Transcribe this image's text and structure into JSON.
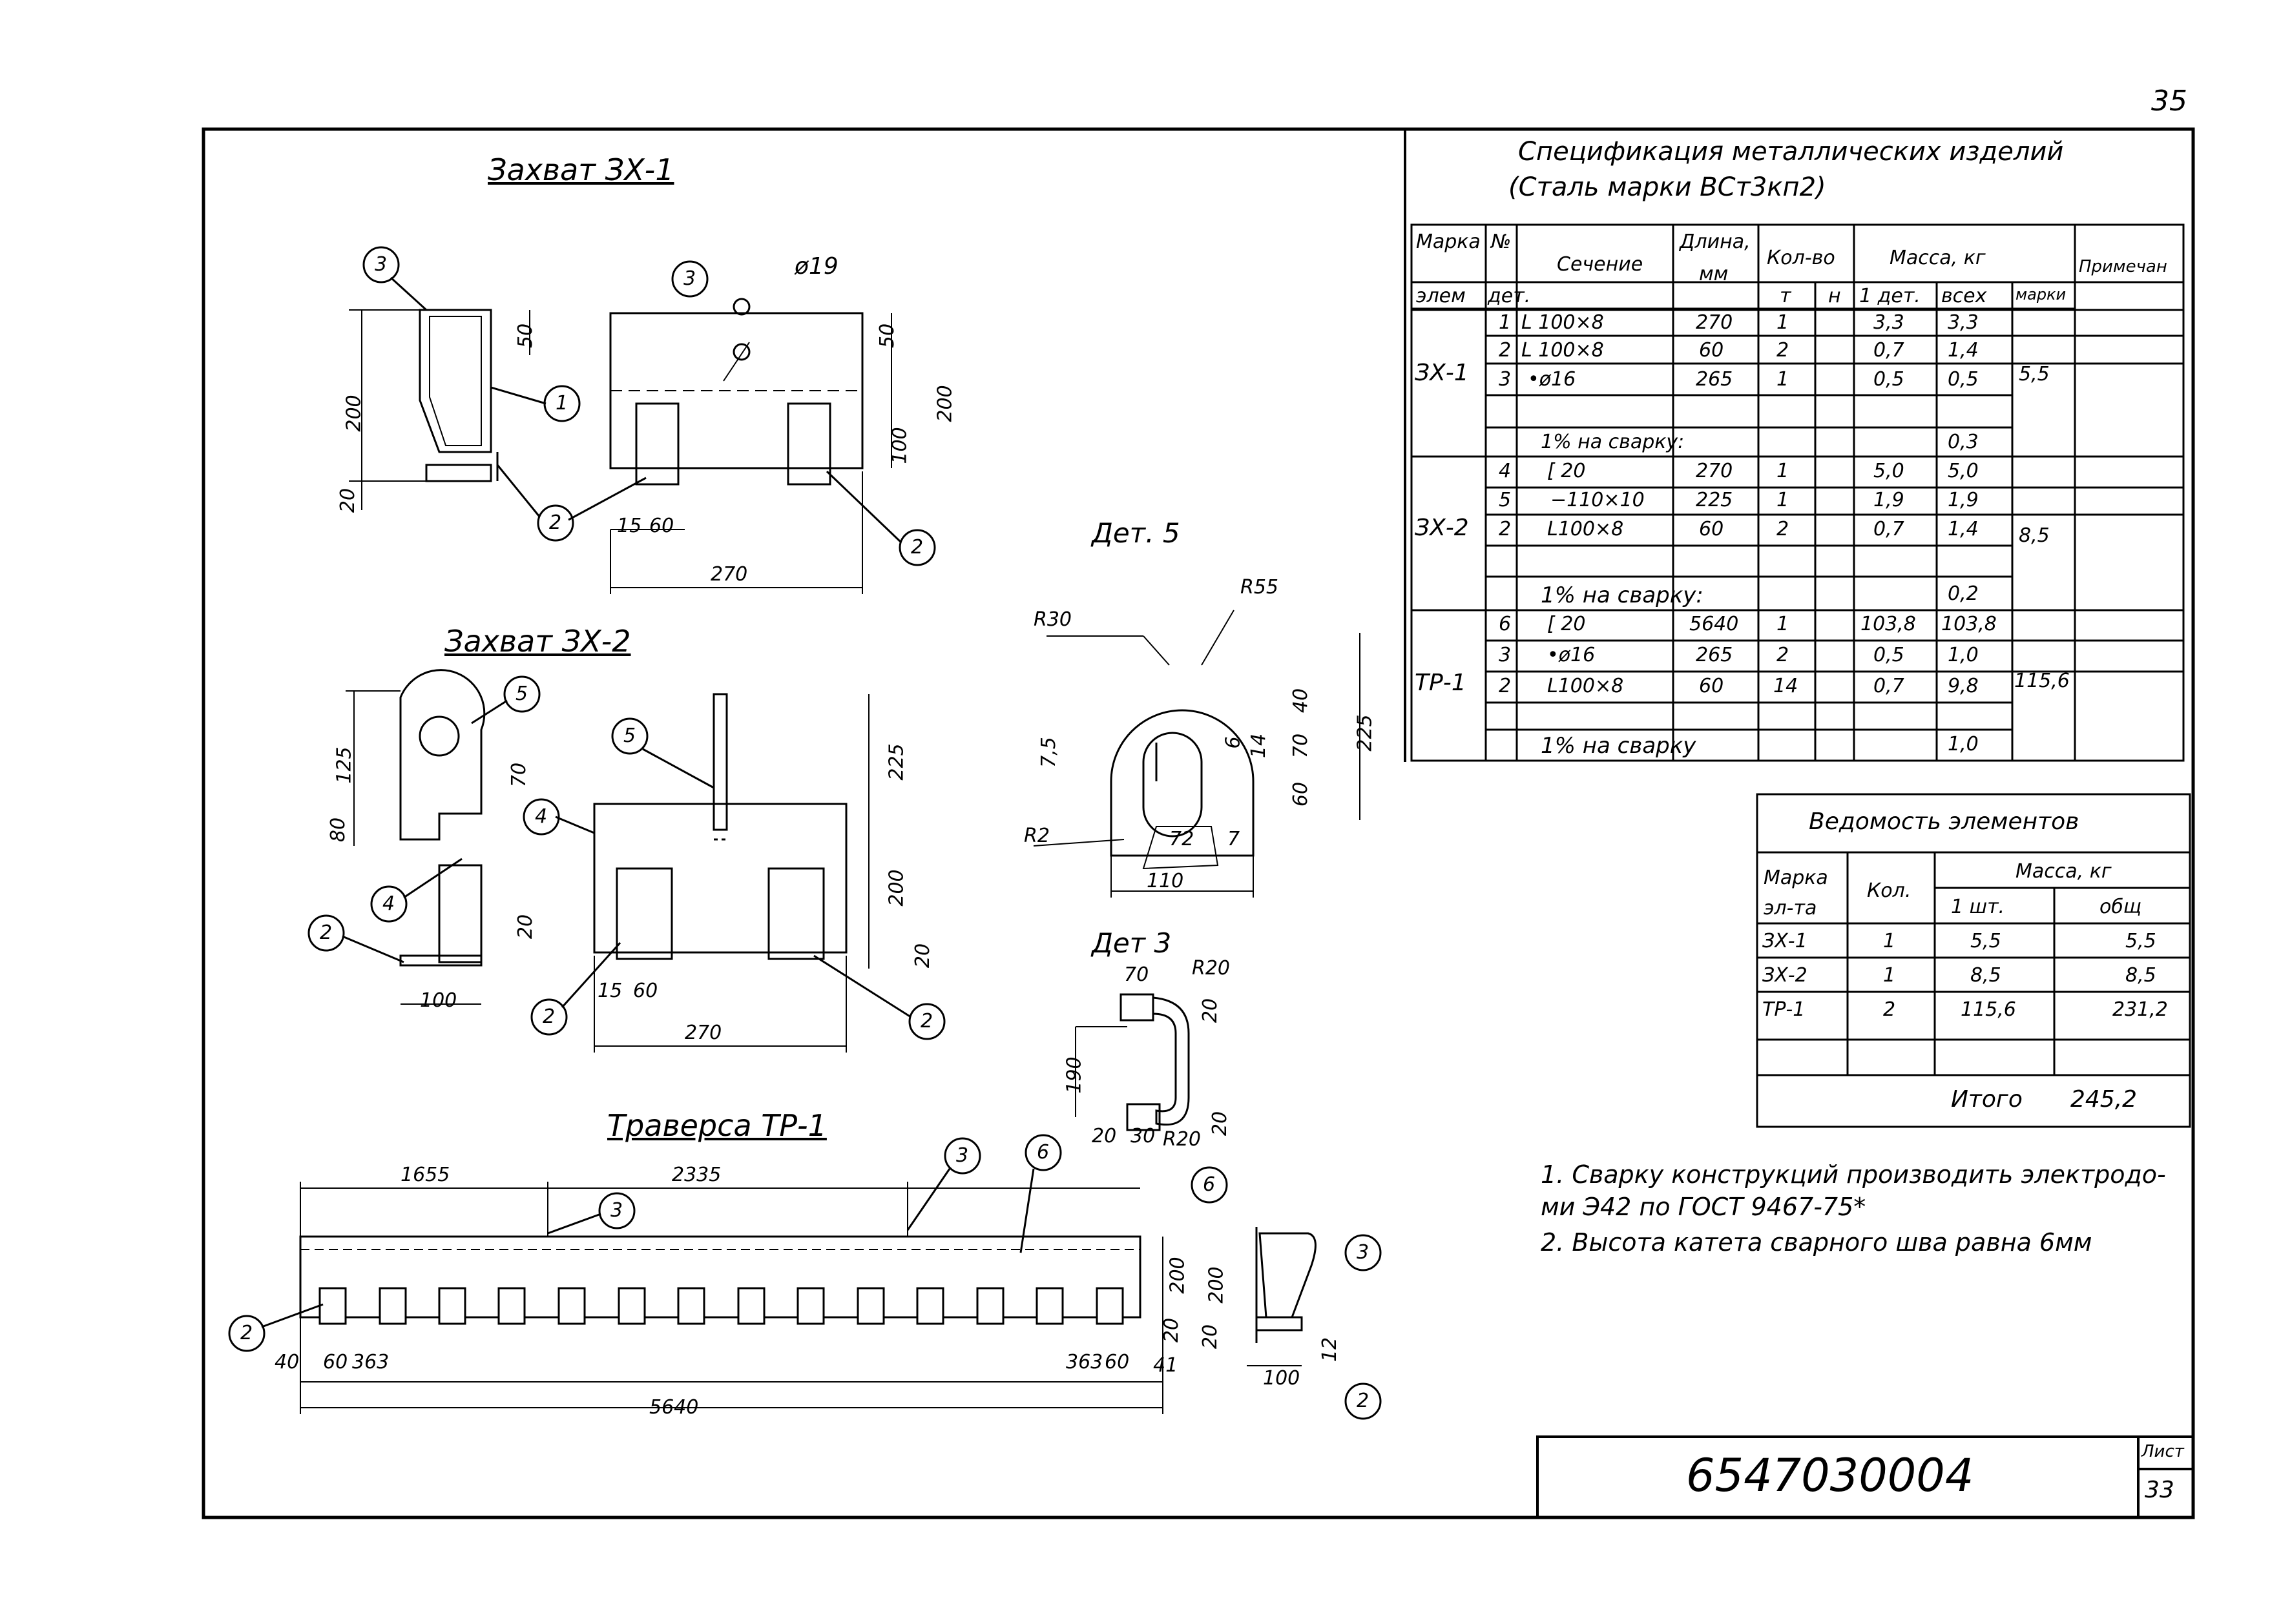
{
  "page_number": "35",
  "drawings": {
    "zx1": {
      "title": "Захват ЗХ-1",
      "dims": [
        "200",
        "50",
        "20",
        "50",
        "200",
        "100",
        "15",
        "60",
        "270",
        "ø19"
      ],
      "callouts": [
        "3",
        "1",
        "2",
        "3",
        "2"
      ]
    },
    "zx2": {
      "title": "Захват ЗХ-2",
      "dims": [
        "125",
        "70",
        "80",
        "20",
        "100",
        "225",
        "200",
        "20",
        "15",
        "60",
        "270"
      ],
      "callouts": [
        "5",
        "4",
        "2",
        "5",
        "4",
        "2",
        "2"
      ]
    },
    "det5": {
      "title": "Дет. 5",
      "dims": [
        "R30",
        "R55",
        "40",
        "70",
        "6",
        "14",
        "60",
        "225",
        "7,5",
        "R2",
        "72",
        "7",
        "110"
      ]
    },
    "det3": {
      "title": "Дет 3",
      "dims": [
        "70",
        "R20",
        "20",
        "190",
        "20",
        "30",
        "R20",
        "20"
      ]
    },
    "tr1": {
      "title": "Траверса ТР-1",
      "dims": [
        "1655",
        "2335",
        "40",
        "60",
        "363",
        "363",
        "60",
        "41",
        "5640",
        "200",
        "20"
      ],
      "callouts": [
        "3",
        "3",
        "6",
        "2",
        "6",
        "3",
        "2"
      ],
      "side_dims": [
        "200",
        "20",
        "100",
        "12"
      ]
    }
  },
  "spec_table": {
    "title_line1": "Спецификация металлических изделий",
    "title_line2": "(Сталь марки ВСт3кп2)",
    "headers": {
      "marka": "Марка",
      "marka2": "элем",
      "num": "№",
      "num2": "дет.",
      "section": "Сечение",
      "length": "Длина,",
      "length2": "мм",
      "qty": "Кол-во",
      "qty_t": "т",
      "qty_n": "н",
      "mass": "Масса, кг",
      "mass_1": "1 дет.",
      "mass_all": "всех",
      "mass_mark": "марки",
      "note": "Примечан"
    },
    "rows": [
      {
        "mark": "ЗХ-1",
        "num": "1",
        "section": "L 100×8",
        "length": "270",
        "qty": "1",
        "m1": "3,3",
        "mall": "3,3",
        "mmark": "5,5"
      },
      {
        "mark": "",
        "num": "2",
        "section": "L 100×8",
        "length": "60",
        "qty": "2",
        "m1": "0,7",
        "mall": "1,4",
        "mmark": ""
      },
      {
        "mark": "",
        "num": "3",
        "section": "•ø16",
        "length": "265",
        "qty": "1",
        "m1": "0,5",
        "mall": "0,5",
        "mmark": ""
      },
      {
        "mark": "",
        "num": "",
        "section": "",
        "length": "",
        "qty": "",
        "m1": "",
        "mall": "",
        "mmark": ""
      },
      {
        "mark": "",
        "num": "",
        "section": "1% на сварку:",
        "length": "",
        "qty": "",
        "m1": "",
        "mall": "0,3",
        "mmark": ""
      },
      {
        "mark": "ЗХ-2",
        "num": "4",
        "section": "[ 20",
        "length": "270",
        "qty": "1",
        "m1": "5,0",
        "mall": "5,0",
        "mmark": "8,5"
      },
      {
        "mark": "",
        "num": "5",
        "section": "−110×10",
        "length": "225",
        "qty": "1",
        "m1": "1,9",
        "mall": "1,9",
        "mmark": ""
      },
      {
        "mark": "",
        "num": "2",
        "section": "L100×8",
        "length": "60",
        "qty": "2",
        "m1": "0,7",
        "mall": "1,4",
        "mmark": ""
      },
      {
        "mark": "",
        "num": "",
        "section": "",
        "length": "",
        "qty": "",
        "m1": "",
        "mall": "",
        "mmark": ""
      },
      {
        "mark": "",
        "num": "",
        "section": "1% на сварку:",
        "length": "",
        "qty": "",
        "m1": "",
        "mall": "0,2",
        "mmark": ""
      },
      {
        "mark": "ТР-1",
        "num": "6",
        "section": "[ 20",
        "length": "5640",
        "qty": "1",
        "m1": "103,8",
        "mall": "103,8",
        "mmark": "115,6"
      },
      {
        "mark": "",
        "num": "3",
        "section": "•ø16",
        "length": "265",
        "qty": "2",
        "m1": "0,5",
        "mall": "1,0",
        "mmark": ""
      },
      {
        "mark": "",
        "num": "2",
        "section": "L100×8",
        "length": "60",
        "qty": "14",
        "m1": "0,7",
        "mall": "9,8",
        "mmark": ""
      },
      {
        "mark": "",
        "num": "",
        "section": "1% на сварку",
        "length": "",
        "qty": "",
        "m1": "",
        "mall": "1,0",
        "mmark": ""
      }
    ]
  },
  "elements_table": {
    "title": "Ведомость элементов",
    "headers": {
      "mark": "Марка",
      "mark2": "эл-та",
      "qty": "Кол.",
      "mass": "Масса, кг",
      "m1": "1 шт.",
      "mtot": "общ"
    },
    "rows": [
      {
        "mark": "ЗХ-1",
        "qty": "1",
        "m1": "5,5",
        "mtot": "5,5"
      },
      {
        "mark": "ЗХ-2",
        "qty": "1",
        "m1": "8,5",
        "mtot": "8,5"
      },
      {
        "mark": "ТР-1",
        "qty": "2",
        "m1": "115,6",
        "mtot": "231,2"
      }
    ],
    "total_label": "Итого",
    "total_value": "245,2"
  },
  "notes": [
    "1. Сварку конструкций производить электродами Э42 по ГОСТ 9467-75*",
    "2. Высота катета сварного шва равна 6мм"
  ],
  "notes_line1a": "1. Сварку конструкций производить электродо-",
  "notes_line1b": "ми Э42 по ГОСТ 9467-75*",
  "stamp": {
    "code": "6547030004",
    "sheet_label": "Лист",
    "sheet": "33"
  }
}
